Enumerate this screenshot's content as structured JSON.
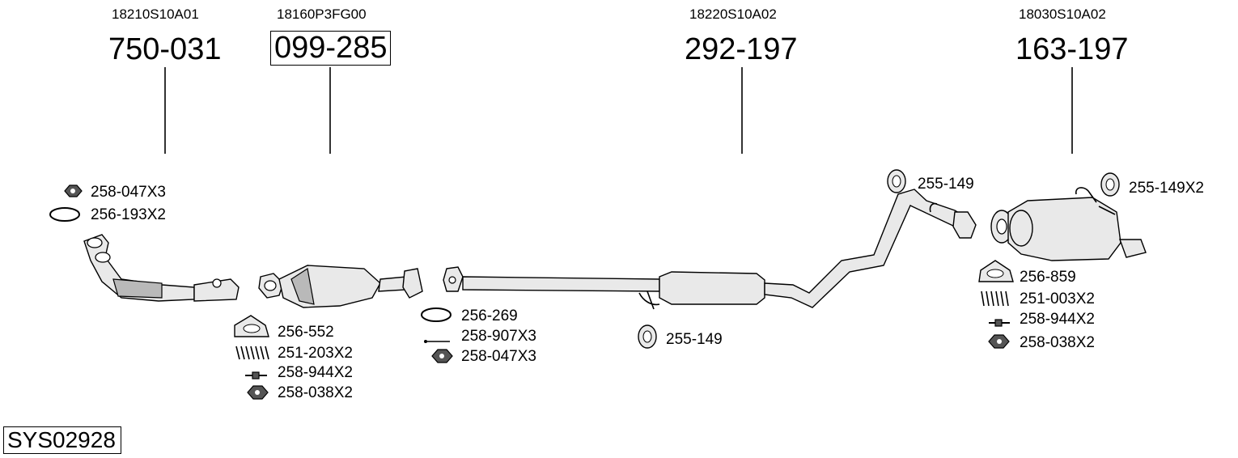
{
  "diagram": {
    "system_id": "SYS02928",
    "main_parts": [
      {
        "oem": "18210S10A01",
        "part_number": "750-031",
        "boxed": false
      },
      {
        "oem": "18160P3FG00",
        "part_number": "099-285",
        "boxed": true
      },
      {
        "oem": "18220S10A02",
        "part_number": "292-197",
        "boxed": false
      },
      {
        "oem": "18030S10A02",
        "part_number": "163-197",
        "boxed": false
      }
    ],
    "accessories": {
      "front_nut": "258-047X3",
      "front_gasket": "256-193X2",
      "cat_ring": "256-552",
      "cat_spring": "251-203X2",
      "cat_bolt": "258-944X2",
      "cat_nut": "258-038X2",
      "mid_gasket": "256-269",
      "mid_bolt": "258-907X3",
      "mid_nut": "258-047X3",
      "mid_hanger": "255-149",
      "rear_hanger": "255-149",
      "muffler_hanger": "255-149X2",
      "rear_ring": "256-859",
      "rear_spring": "251-003X2",
      "rear_bolt": "258-944X2",
      "rear_nut": "258-038X2"
    }
  }
}
